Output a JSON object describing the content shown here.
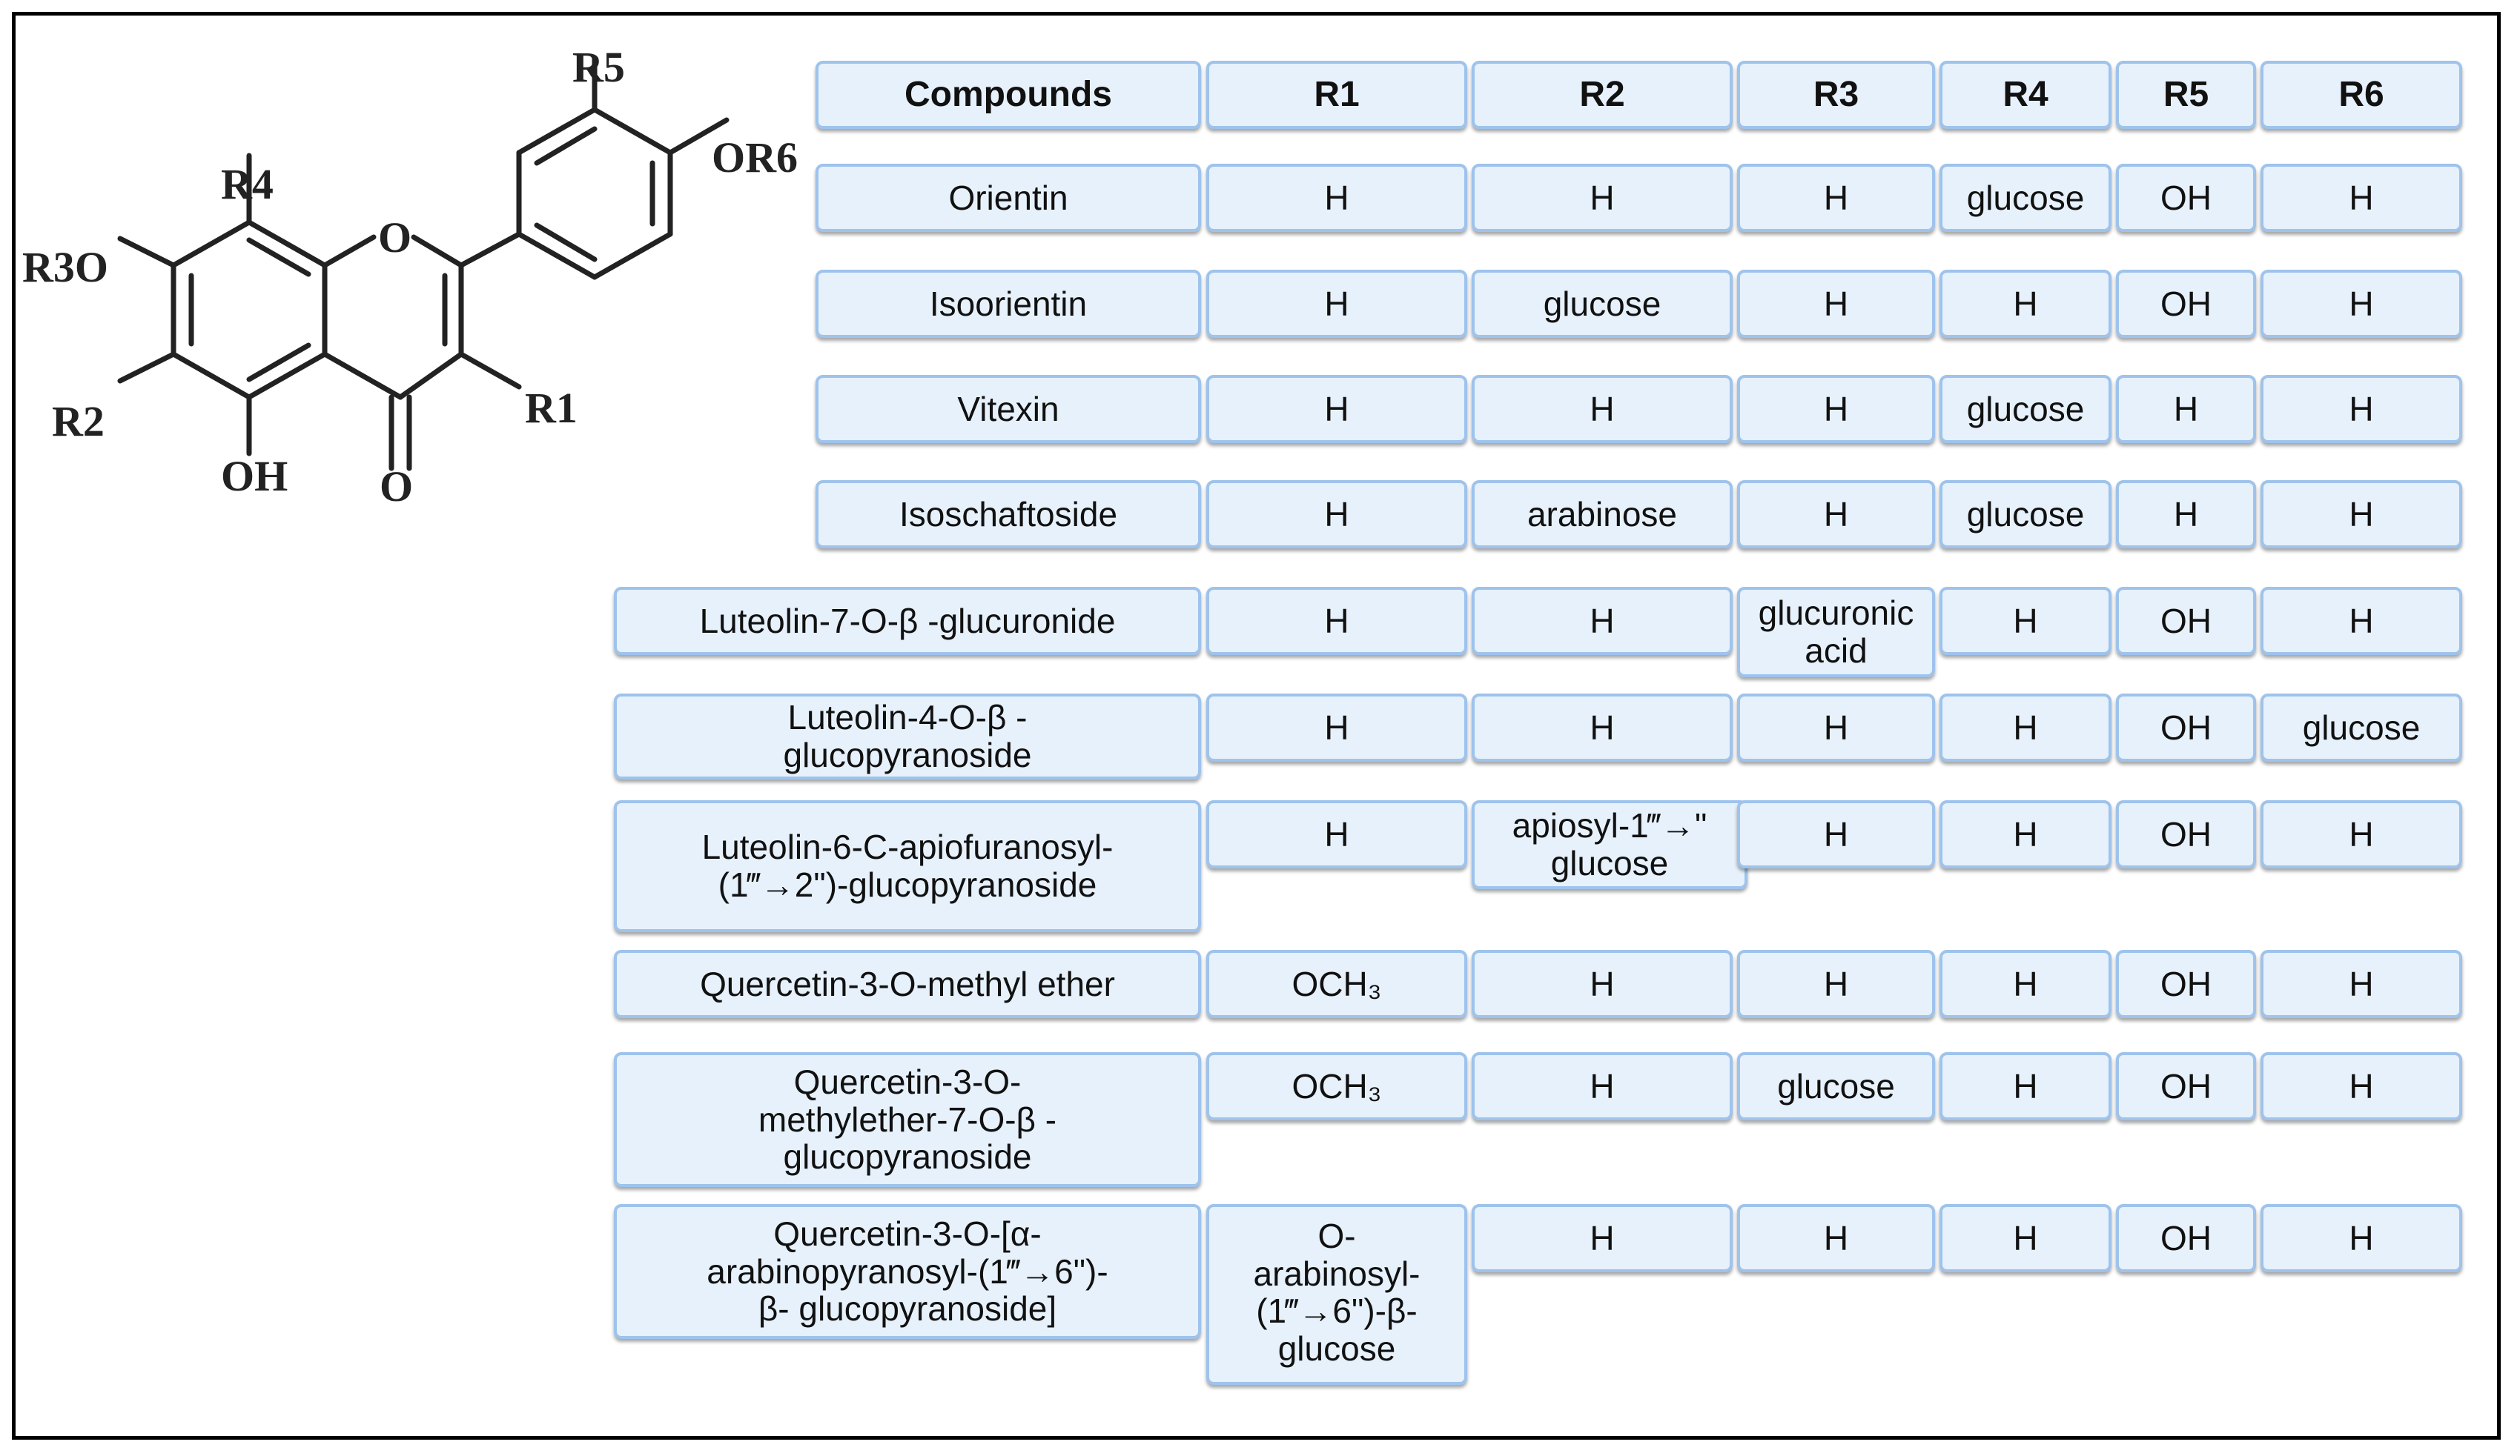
{
  "structure": {
    "substituents": {
      "r5": "R5",
      "or6": "OR6",
      "r4": "R4",
      "r3o": "R3O",
      "r2": "R2",
      "r1": "R1",
      "ring_o": "O",
      "oh": "OH",
      "keto_o": "O"
    }
  },
  "table": {
    "headers": [
      "Compounds",
      "R1",
      "R2",
      "R3",
      "R4",
      "R5",
      "R6"
    ],
    "rows": [
      {
        "compound": "Orientin",
        "r1": "H",
        "r2": "H",
        "r3": "H",
        "r4": "glucose",
        "r5": "OH",
        "r6": "H"
      },
      {
        "compound": "Isoorientin",
        "r1": "H",
        "r2": "glucose",
        "r3": "H",
        "r4": "H",
        "r5": "OH",
        "r6": "H"
      },
      {
        "compound": "Vitexin",
        "r1": "H",
        "r2": "H",
        "r3": "H",
        "r4": "glucose",
        "r5": "H",
        "r6": "H"
      },
      {
        "compound": "Isoschaftoside",
        "r1": "H",
        "r2": "arabinose",
        "r3": "H",
        "r4": "glucose",
        "r5": "H",
        "r6": "H"
      },
      {
        "compound": "Luteolin-7-O-β -glucuronide",
        "r1": "H",
        "r2": "H",
        "r3": "glucuronic\nacid",
        "r4": "H",
        "r5": "OH",
        "r6": "H"
      },
      {
        "compound": "Luteolin-4-O-β -\nglucopyranoside",
        "r1": "H",
        "r2": "H",
        "r3": "H",
        "r4": "H",
        "r5": "OH",
        "r6": "glucose"
      },
      {
        "compound": "Luteolin-6-C-apiofuranosyl-\n(1‴→2\")-glucopyranoside",
        "r1": "H",
        "r2": "apiosyl-1‴→\"\nglucose",
        "r3": "H",
        "r4": "H",
        "r5": "OH",
        "r6": "H"
      },
      {
        "compound": "Quercetin-3-O-methyl ether",
        "r1": "OCH₃",
        "r2": "H",
        "r3": "H",
        "r4": "H",
        "r5": "OH",
        "r6": "H"
      },
      {
        "compound": "Quercetin-3-O-\nmethylether-7-O-β -\nglucopyranoside",
        "r1": "OCH₃",
        "r2": "H",
        "r3": "glucose",
        "r4": "H",
        "r5": "OH",
        "r6": "H"
      },
      {
        "compound": "Quercetin-3-O-[α-\narabinopyranosyl-(1‴→6\")-\nβ- glucopyranoside]",
        "r1": "O-\narabinosyl-\n(1‴→6\")-β-\nglucose",
        "r2": "H",
        "r3": "H",
        "r4": "H",
        "r5": "OH",
        "r6": "H"
      }
    ]
  }
}
